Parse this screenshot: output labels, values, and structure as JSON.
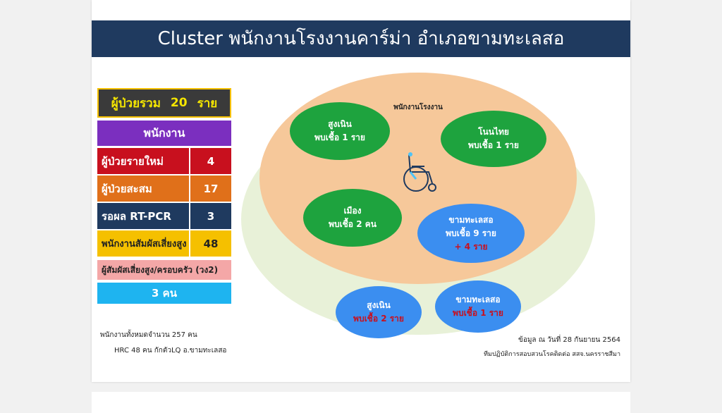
{
  "title": "Cluster พนักงานโรงงานคาร์ม่า อำเภอขามทะเลสอ",
  "summary": {
    "total_label": "ผู้ป่วยรวม",
    "total_value": "20",
    "total_unit": "ราย",
    "group_header": "พนักงาน",
    "rows": [
      {
        "label": "ผู้ป่วยรายใหม่",
        "value": "4"
      },
      {
        "label": "ผู้ป่วยสะสม",
        "value": "17"
      },
      {
        "label": "รอผล RT-PCR",
        "value": "3"
      },
      {
        "label": "พนักงานสัมผัสเสี่ยงสูง",
        "value": "48"
      }
    ],
    "contacts_label": "ผู้สัมผัสเสี่ยงสูง/ครอบครัว (วง2)",
    "contacts_value": "3 คน"
  },
  "diagram": {
    "factory_label": "พนักงานโรงงาน",
    "groups": [
      {
        "name": "สูงเนิน",
        "detail": "พบเชื้อ 1 ราย"
      },
      {
        "name": "โนนไทย",
        "detail": "พบเชื้อ 1 ราย"
      },
      {
        "name": "เมือง",
        "detail": "พบเชื้อ 2 คน"
      },
      {
        "name": "ขามทะเลสอ",
        "detail": "พบเชื้อ 9 ราย",
        "extra": "+ 4   ราย"
      },
      {
        "name": "สูงเนิน",
        "detail": "พบเชื้อ 2 ราย"
      },
      {
        "name": "ขามทะเลสอ",
        "detail": "พบเชื้อ 1 ราย"
      }
    ]
  },
  "notes": {
    "line1": "พนักงานทั้งหมดจำนวน 257 คน",
    "line2": "HRC 48 คน กักตัวLQ อ.ขามทะเลสอ",
    "date": "ข้อมูล ณ วันที่ 28  กันยายน 2564",
    "source": "ทีมปฏิบัติการสอบสวนโรคติดต่อ  สสจ.นครราชสีมา"
  },
  "colors": {
    "title_bg": "#1f3a5f",
    "total_bg": "#3a3a3a",
    "total_text": "#f5e600",
    "header_bg": "#7b2fbf",
    "new_bg": "#c8101e",
    "cumulative_bg": "#e0701a",
    "pending_bg": "#1f3a5f",
    "risk_bg": "#f5c000",
    "contacts_bg": "#f4a7a7",
    "contacts_value_bg": "#1eb4f0",
    "outer_circle": "#e8f1d8",
    "factory_circle": "#f6c89a",
    "green": "#1ea33e",
    "blue": "#3b8ef0"
  },
  "icons": {
    "wheelchair": "wheelchair-icon"
  }
}
